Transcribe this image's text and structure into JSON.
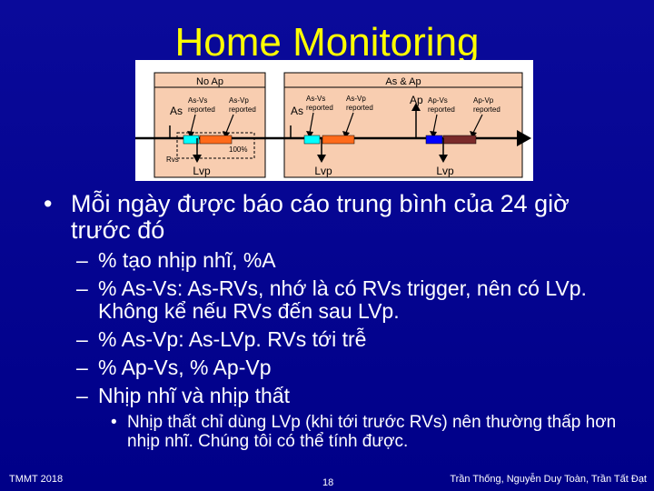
{
  "slide": {
    "title": "Home Monitoring",
    "diagram": {
      "no_ap_label": "No Ap",
      "as_ap_label": "As & Ap",
      "as_label_1": "As",
      "as_label_2": "As",
      "ap_label": "Ap",
      "as_vs_reported_1": [
        "As-Vs",
        "reported"
      ],
      "as_vp_reported_1": [
        "As-Vp",
        "reported"
      ],
      "as_vs_reported_2": [
        "As-Vs",
        "reported"
      ],
      "as_vp_reported_2": [
        "As-Vp",
        "reported"
      ],
      "ap_vs_reported": [
        "Ap-Vs",
        "reported"
      ],
      "ap_vp_reported": [
        "Ap-Vp",
        "reported"
      ],
      "rvs_label": "Rvs",
      "percent_label": "100%",
      "lvp_label_1": "Lvp",
      "lvp_label_2": "Lvp",
      "lvp_label_3": "Lvp",
      "colors": {
        "panel": "#f8cdb0",
        "cyan": "#00ffff",
        "orange": "#ff6a1a",
        "blue": "#0000ff",
        "dark_red": "#7a2a2a"
      }
    },
    "bullets": [
      {
        "text": "Mỗi ngày được báo cáo trung bình của 24 giờ trước đó",
        "children": [
          {
            "text": "% tạo nhịp nhĩ, %A"
          },
          {
            "text": "% As-Vs: As-RVs, nhớ là có RVs trigger, nên có LVp. Không kể nếu RVs đến sau LVp."
          },
          {
            "text": "% As-Vp: As-LVp. RVs tới trễ"
          },
          {
            "text": "% Ap-Vs, % Ap-Vp"
          },
          {
            "text": "Nhịp nhĩ và nhịp thất",
            "children": [
              {
                "text": "Nhịp thất chỉ dùng LVp (khi tới trước RVs) nên thường thấp hơn nhịp nhĩ. Chúng tôi có thể tính được."
              }
            ]
          }
        ]
      }
    ],
    "bullet_marks": {
      "level1": "•",
      "level2": "–",
      "level3": "•"
    },
    "footer": {
      "left": "TMMT 2018",
      "center": "18",
      "right": "Trần Thống, Nguyễn Duy Toàn, Trần Tất Đạt"
    }
  }
}
